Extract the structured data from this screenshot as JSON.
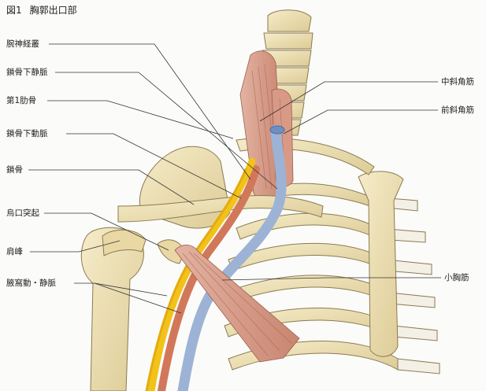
{
  "figure": {
    "number": "図1",
    "title": "胸郭出口部"
  },
  "labels": {
    "brachial_plexus": "腕神経叢",
    "subclavian_vein": "鎖骨下静脈",
    "first_rib": "第1肋骨",
    "subclavian_artery": "鎖骨下動脈",
    "clavicle": "鎖骨",
    "coracoid_process": "烏口突起",
    "acromion": "肩峰",
    "axillary_vessels": "腋窩動・静脈",
    "middle_scalene": "中斜角筋",
    "anterior_scalene": "前斜角筋",
    "pectoralis_minor": "小胸筋"
  },
  "colors": {
    "bone": "#efe2b8",
    "bone_outline": "#8a7a52",
    "muscle": "#d9a08e",
    "muscle_stripe": "#b06e5c",
    "nerve": "#f2c21b",
    "artery": "#d2785a",
    "vein": "#9cb3d6",
    "leader": "#333333"
  }
}
